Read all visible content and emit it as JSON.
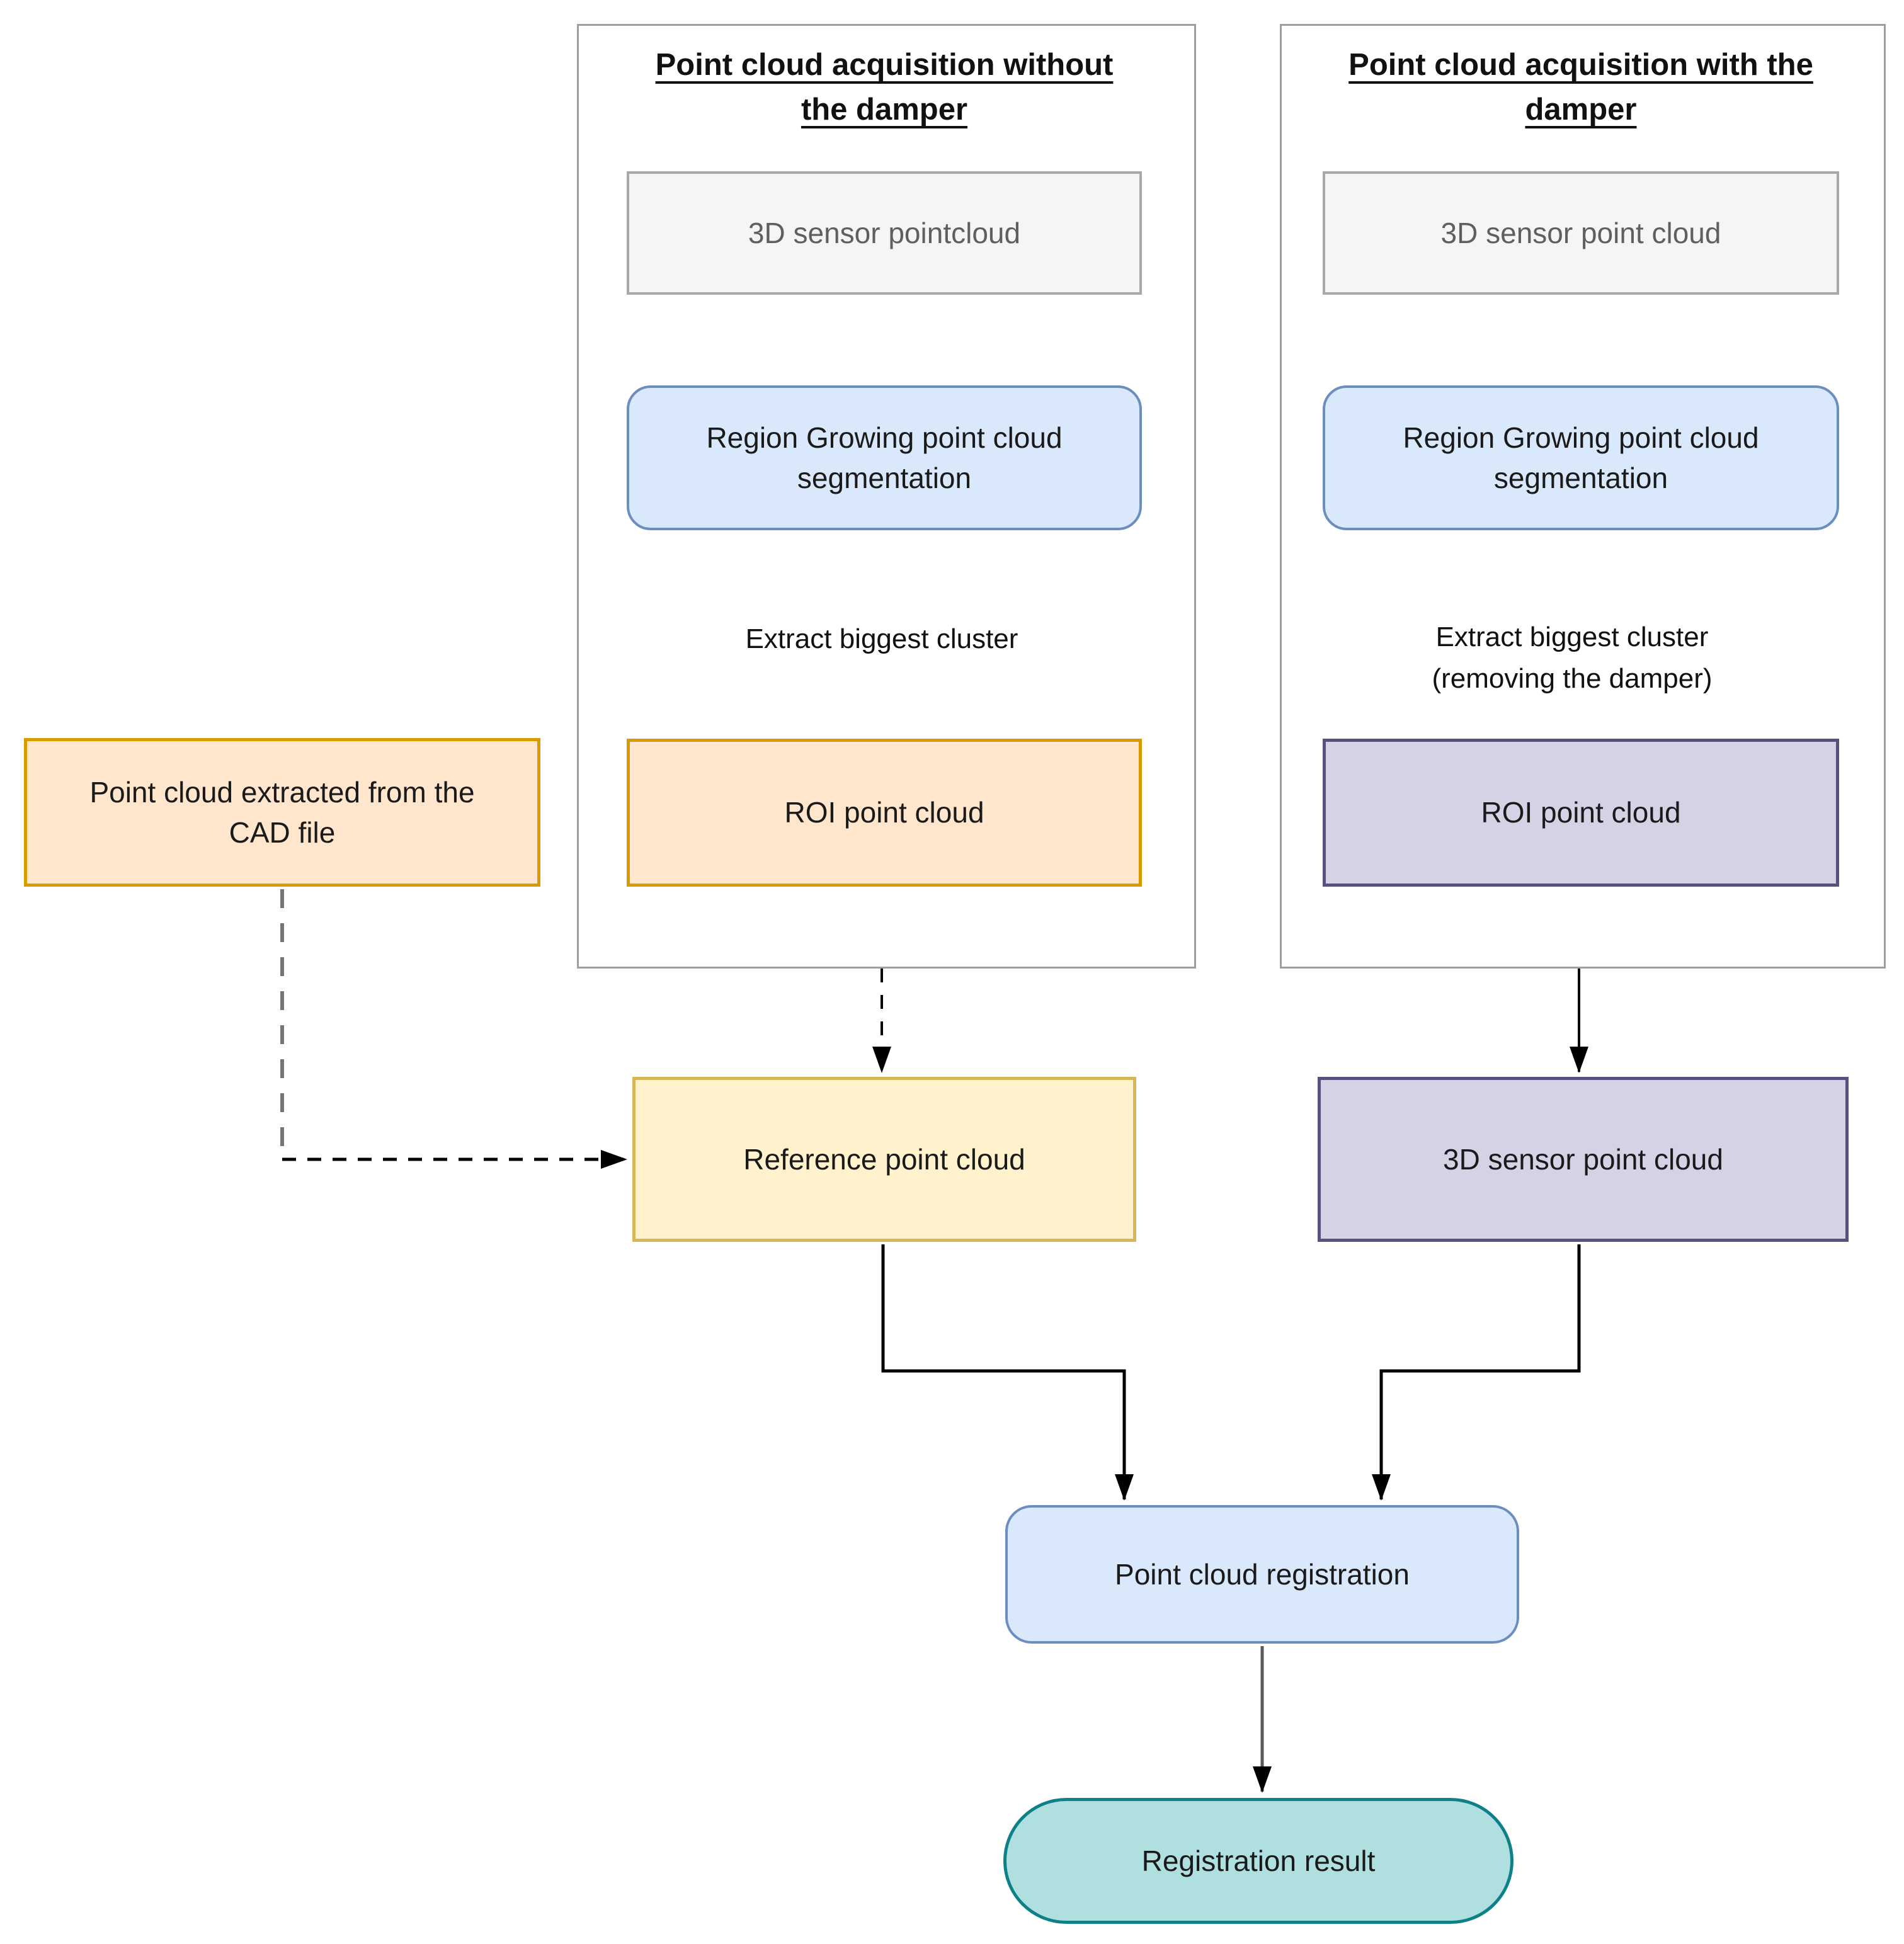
{
  "colors": {
    "panel-border": "#9e9e9e",
    "sensor-fill": "#f5f5f5",
    "sensor-border": "#a8a8a8",
    "sensor-text": "#5f5f5f",
    "blue-fill": "#dae8fc",
    "blue-border": "#6c8ebf",
    "orange-fill": "#ffe6cc",
    "orange-border": "#d79b00",
    "yellow-fill": "#fff2cc",
    "yellow-border": "#d6b656",
    "purple-fill": "#d5d2e6",
    "purple-border": "#56517d",
    "teal-fill": "#b0dfe0",
    "teal-border": "#0e8088",
    "arrow": "#000000",
    "dashed-gray": "#757575"
  },
  "left_panel": {
    "title": "Point cloud acquisition without the damper",
    "sensor_box": "3D sensor pointcloud",
    "segmentation_box": "Region Growing point cloud segmentation",
    "edge_label": "Extract biggest cluster",
    "roi_box": "ROI point cloud"
  },
  "right_panel": {
    "title": "Point cloud acquisition with the damper",
    "sensor_box": "3D sensor point cloud",
    "segmentation_box": "Region Growing point cloud segmentation",
    "edge_label": "Extract biggest cluster (removing the damper)",
    "roi_box": "ROI point cloud"
  },
  "standalone": {
    "cad_box": "Point cloud extracted from the CAD file",
    "reference_box": "Reference point cloud",
    "sensor_box": "3D sensor point cloud",
    "registration_box": "Point cloud registration",
    "result_box": "Registration result"
  }
}
